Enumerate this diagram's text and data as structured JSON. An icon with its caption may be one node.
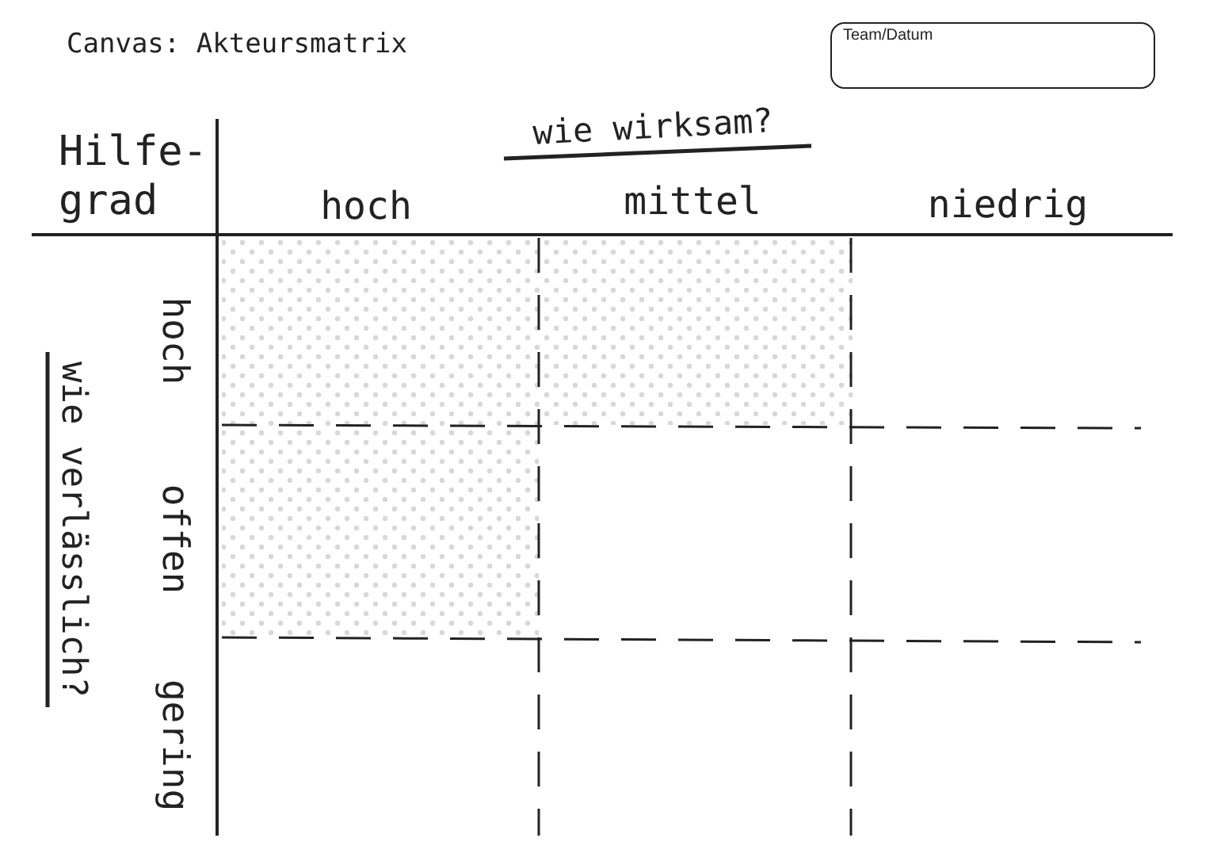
{
  "diagram": {
    "title": "Canvas: Akteursmatrix",
    "nodes": [
      {
        "text": [
          "Team/Datum"
        ]
      }
    ],
    "labels": [
      "Hilfe- grad",
      "wie wirksam?",
      "hoch",
      "mittel",
      "niedrig",
      "wie verlässlich?",
      "hoch",
      "offen",
      "gering"
    ]
  }
}
